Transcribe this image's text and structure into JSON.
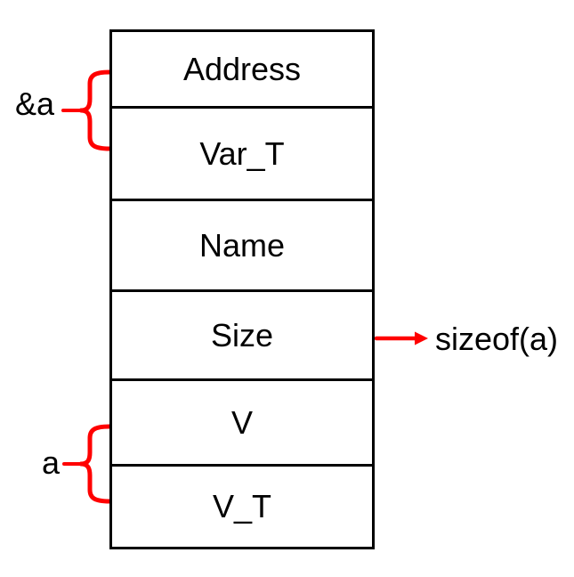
{
  "diagram": {
    "description": "Memory layout of a variable: a stacked box diagram with six labeled cells, red curly braces grouping cells for &a and a, and a red arrow from the Size cell to sizeof(a).",
    "colors": {
      "annotation_red": "#FF0000",
      "line_black": "#000000",
      "background": "#FFFFFF"
    },
    "table": {
      "rows": [
        {
          "label": "Address"
        },
        {
          "label": "Var_T"
        },
        {
          "label": "Name"
        },
        {
          "label": "Size"
        },
        {
          "label": "V"
        },
        {
          "label": "V_T"
        }
      ]
    },
    "annotations": {
      "amp_a_label": "&a",
      "a_label": "a",
      "sizeof_label": "sizeof(a)"
    }
  }
}
